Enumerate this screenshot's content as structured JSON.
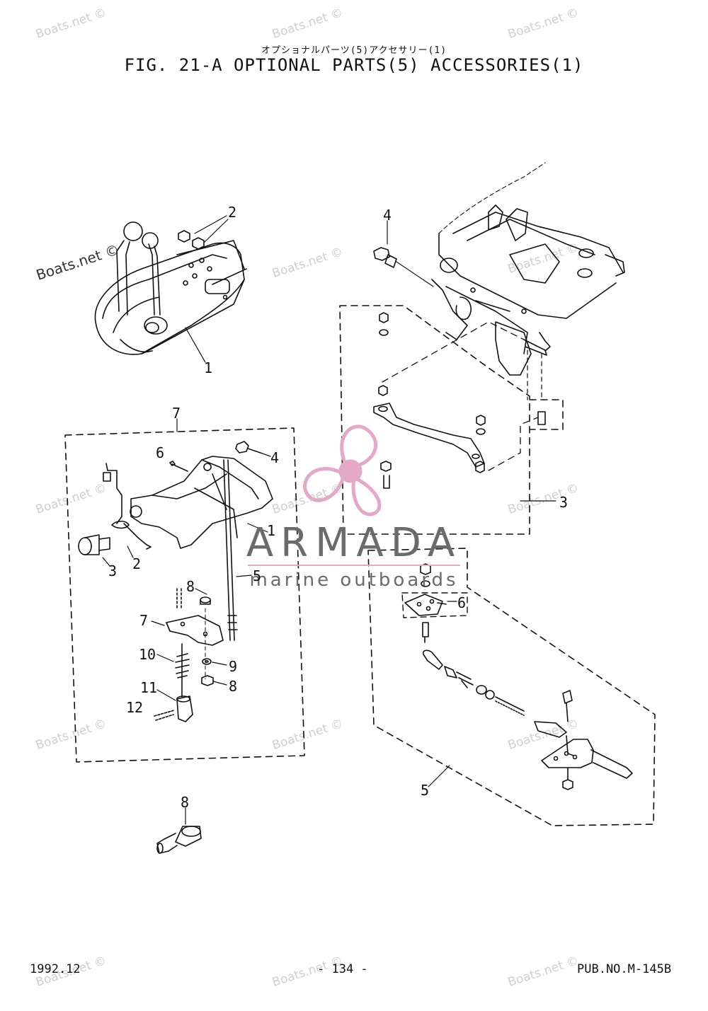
{
  "header": {
    "title_jp": "オプショナルパーツ(5)アクセサリー(1)",
    "title_en": "FIG. 21-A OPTIONAL PARTS(5) ACCESSORIES(1)"
  },
  "footer": {
    "date": "1992.12",
    "page": "- 134 -",
    "pub_no": "PUB.NO.M-145B"
  },
  "watermarks": {
    "text": "Boats.net ©"
  },
  "brand": {
    "name": "ARMADA",
    "tagline": "marine outboards",
    "accent_color": "#e3a9c6"
  },
  "callouts": {
    "remote_box": "1",
    "remote_nut": "2",
    "lever_assy": "7",
    "pin_6": "6",
    "bolt_4": "4",
    "bracket_1": "1",
    "knob_3": "3",
    "spring_2": "2",
    "rod_5": "5",
    "washer_8a": "8",
    "plate_7": "7",
    "washer_9": "9",
    "nut_8b": "8",
    "spring_10": "10",
    "joint_11": "11",
    "pin_12": "12",
    "switch_8": "8",
    "engine_bolt_4": "4",
    "linkage_3": "3",
    "bracket_6": "6",
    "throttle_assy_5": "5"
  }
}
